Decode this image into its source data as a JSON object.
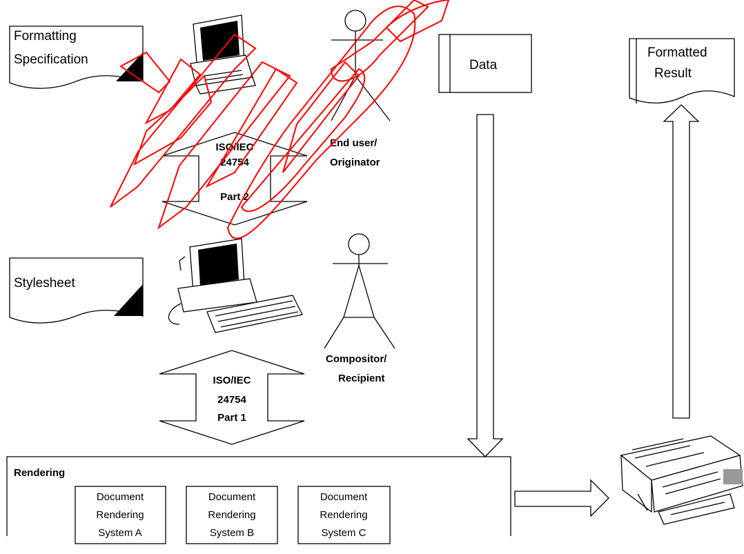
{
  "documents": {
    "formatting_spec": [
      "Formatting",
      "Specification"
    ],
    "stylesheet": "Stylesheet",
    "data": "Data",
    "formatted_result": [
      "Formatted",
      "Result"
    ]
  },
  "actors": {
    "end_user": [
      "End user/",
      "Originator"
    ],
    "compositor": [
      "Compositor/",
      "Recipient"
    ]
  },
  "standards": {
    "part2": [
      "ISO/IEC",
      "24754",
      "Part 2"
    ],
    "part1": [
      "ISO/IEC",
      "24754",
      "Part 1"
    ]
  },
  "rendering": {
    "title": "Rendering",
    "systems": [
      [
        "Document",
        "Rendering",
        "System A"
      ],
      [
        "Document",
        "Rendering",
        "System B"
      ],
      [
        "Document",
        "Rendering",
        "System C"
      ]
    ]
  },
  "colors": {
    "watermark": "#ff0000",
    "line": "#000000",
    "background": "#ffffff"
  },
  "icons": [
    "computer-icon",
    "computer-keyboard-icon",
    "printer-icon",
    "stick-figure-icon"
  ]
}
